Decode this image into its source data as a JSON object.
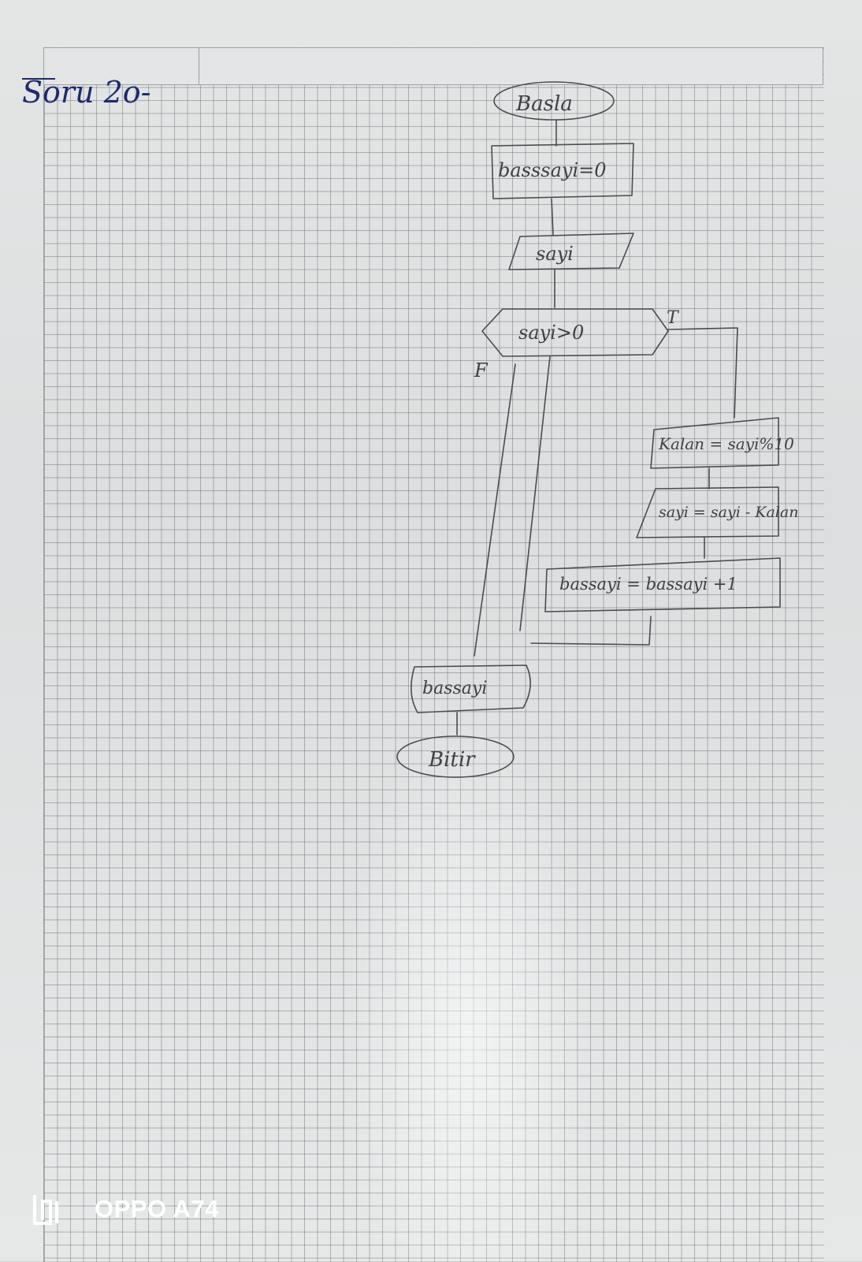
{
  "title": "Soru 2o-",
  "flowchart": {
    "start": "Basla",
    "init": "basssayi=0",
    "input": "sayi",
    "condition": "sayi>0",
    "true_label": "T",
    "false_label": "F",
    "step_mod": "Kalan = sayi%10",
    "step_sub": "sayi = sayi - Kalan",
    "step_inc": "bassayi = bassayi +1",
    "output": "bassayi",
    "end": "Bitir"
  },
  "watermark": {
    "text": "OPPO A74",
    "color": "#ffffff"
  }
}
